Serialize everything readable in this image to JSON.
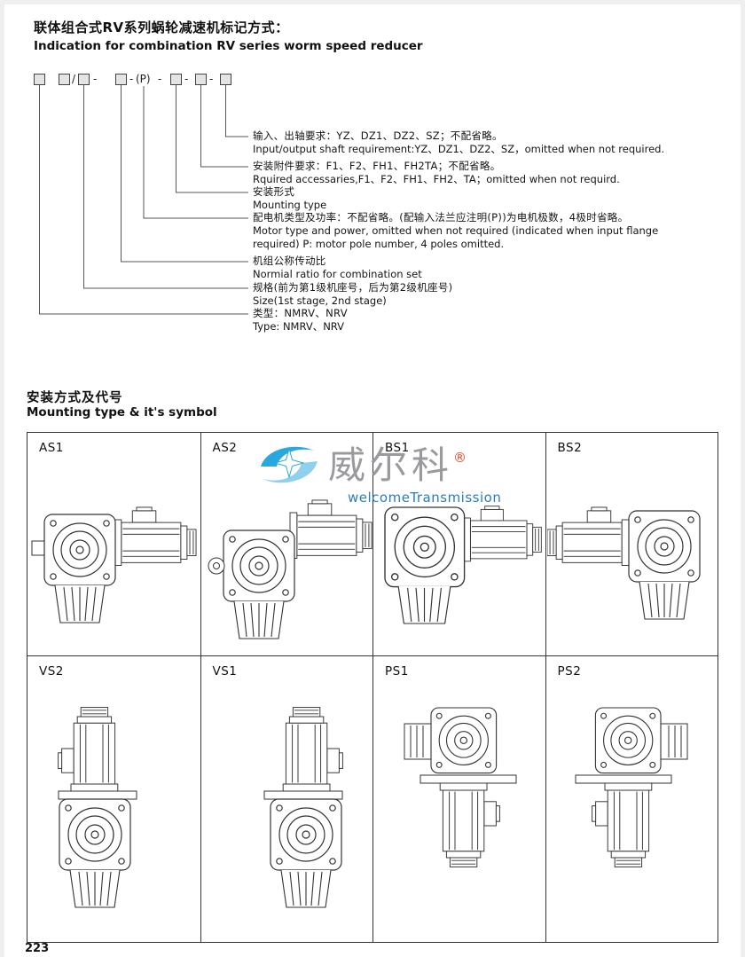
{
  "page": {
    "number": "223"
  },
  "header": {
    "title_zh": "联体组合式RV系列蜗轮减速机标记方式：",
    "title_en": "Indication for combination RV series worm speed reducer"
  },
  "designation": {
    "separator_slash": "/",
    "separator_dash": "-",
    "p_token": "(P)",
    "groups": [
      {
        "zh": "输入、出轴要求：YZ、DZ1、DZ2、SZ；不配省略。",
        "en": "Input/output shaft requirement:YZ、DZ1、DZ2、SZ，omitted when not required."
      },
      {
        "zh": "安装附件要求：F1、F2、FH1、FH2TA；不配省略。",
        "en": "Rquired accessaries,F1、F2、FH1、FH2、TA；omitted when not requird."
      },
      {
        "zh": "安装形式",
        "en": "Mounting type"
      },
      {
        "zh": "配电机类型及功率：不配省略。(配输入法兰应注明(P))为电机极数，4极时省略。",
        "en": "Motor type and power, omitted when not required (indicated when input flange required) P: motor pole number, 4 poles omitted."
      },
      {
        "zh": "机组公称传动比",
        "en": "Normial ratio for combination set"
      },
      {
        "zh": "规格(前为第1级机座号，后为第2级机座号)",
        "en": "Size(1st stage, 2nd stage)"
      },
      {
        "zh": "类型：NMRV、NRV",
        "en": "Type: NMRV、NRV"
      }
    ]
  },
  "mounting": {
    "title_zh": "安装方式及代号",
    "title_en": "Mounting type & it's symbol",
    "cells": [
      {
        "label": "AS1"
      },
      {
        "label": "AS2"
      },
      {
        "label": "BS1"
      },
      {
        "label": "BS2"
      },
      {
        "label": "VS2"
      },
      {
        "label": "VS1"
      },
      {
        "label": "PS1"
      },
      {
        "label": "PS2"
      }
    ]
  },
  "watermark": {
    "brand": "威尔科",
    "registered": "®",
    "subtitle": "welcomeTransmission"
  }
}
